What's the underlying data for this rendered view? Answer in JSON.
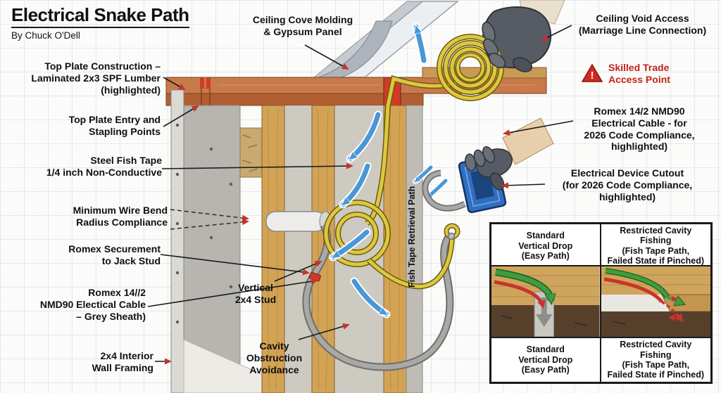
{
  "header": {
    "title": "Electrical Snake Path",
    "byline": "By Chuck O'Dell"
  },
  "icons": {
    "warning": "!"
  },
  "colors": {
    "accent_red": "#c2342a",
    "highlight_red": "#d03b2a",
    "path_blue": "#4a97d8",
    "tape_yellow": "#ddc83e",
    "wood_tan": "#d2a355",
    "plate_orange": "#c97a4a",
    "easy_green": "#3f9c3f",
    "fail_red": "#c8342b",
    "device_blue": "#2f6fc1",
    "glove_grey": "#565b64"
  },
  "callouts": {
    "ceiling_cove": "Ceiling Cove Molding\n& Gypsum Panel",
    "ceiling_void": "Ceiling Void Access\n(Marriage Line Connection)",
    "top_plate": "Top Plate Construction –\nLaminated 2x3 SPF Lumber\n(highlighted)",
    "top_plate_entry": "Top Plate Entry and\nStapling Points",
    "steel_fish_tape": "Steel Fish Tape\n1/4 inch Non-Conductive",
    "wire_bend": "Minimum Wire Bend\nRadius Compliance",
    "romex_securement": "Romex Securement\nto Jack Stud",
    "romex_grey": "Romex 14//2\nNMD90 Electical Cable\n– Grey Sheath)",
    "wall_framing": "2x4 Interior\nWall Framing",
    "skilled_trade": "Skilled Trade\nAccess Point",
    "romex_142": "Romex 14/2 NMD90\nElectrical Cable - for\n2026 Code Compliance,\nhighlighted)",
    "device_cutout": "Electrical Device Cutout\n(for 2026 Code Compliance,\nhighlighted)",
    "vertical_stud": "Vertical\n2x4 Stud",
    "cavity_obstruction": "Cavity\nObstruction\nAvoidance",
    "fish_tape_retrieval": "Fish Tape Retrieval Path"
  },
  "inset": {
    "header_left": "Standard\nVertical Drop\n(Easy Path)",
    "header_right": "Restricted Cavity Fishing\n(Fish Tape Path,\nFailed State if Pinched)",
    "caption_left": "Standard\nVertical Drop\n(Easy Path)",
    "caption_right": "Restricted Cavity Fishing\n(Fish Tape Path,\nFailed State if Pinched)"
  }
}
